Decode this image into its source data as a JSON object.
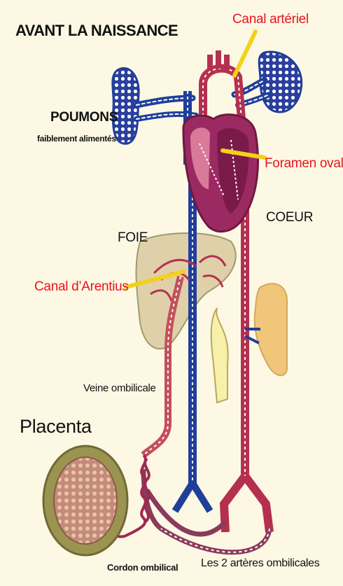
{
  "title": "AVANT LA NAISSANCE",
  "labels": {
    "canal_arteriel": "Canal artériel",
    "poumons": "POUMONS",
    "poumons_sub": "faiblement alimentés",
    "foramen_ovale": "Foramen ovale",
    "coeur": "COEUR",
    "foie": "FOIE",
    "canal_arentius": "Canal d’Arentius",
    "veine_ombilicale": "Veine ombilicale",
    "placenta": "Placenta",
    "cordon_ombilical": "Cordon ombilical",
    "arteres_ombilicales": "Les 2 artères ombilicales"
  },
  "colors": {
    "background": "#fdf8e4",
    "label_red": "#e8141e",
    "vein_blue": "#1f3f9a",
    "artery_red": "#b5304f",
    "liver": "#d9c9a0",
    "kidney": "#f0c77a",
    "pointer": "#f2d21a",
    "placenta": "#9a9450"
  }
}
